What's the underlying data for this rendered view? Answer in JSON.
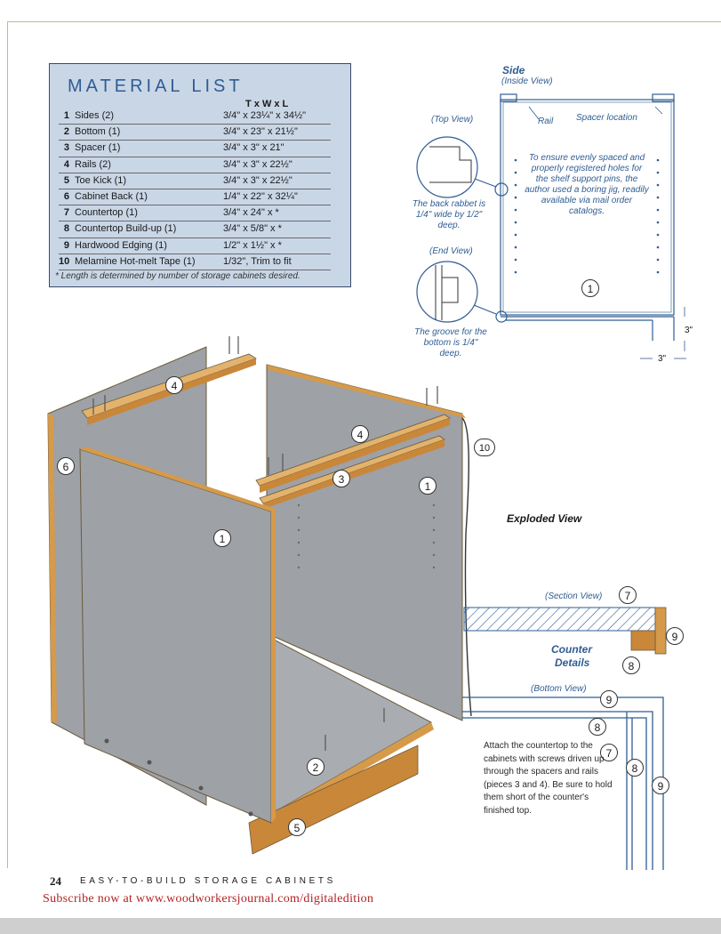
{
  "material_list": {
    "title": "MATERIAL LIST",
    "column_header": "T x W x L",
    "rows": [
      {
        "num": "1",
        "name": "Sides (2)",
        "dim": "3/4\" x 23¼\" x 34½\""
      },
      {
        "num": "2",
        "name": "Bottom (1)",
        "dim": "3/4\" x 23\" x 21½\""
      },
      {
        "num": "3",
        "name": "Spacer (1)",
        "dim": "3/4\" x 3\" x 21\""
      },
      {
        "num": "4",
        "name": "Rails (2)",
        "dim": "3/4\" x 3\" x 22½\""
      },
      {
        "num": "5",
        "name": "Toe Kick (1)",
        "dim": "3/4\" x 3\" x 22½\""
      },
      {
        "num": "6",
        "name": "Cabinet Back (1)",
        "dim": "1/4\" x 22\" x 32¼\""
      },
      {
        "num": "7",
        "name": "Countertop (1)",
        "dim": "3/4\" x 24\" x *"
      },
      {
        "num": "8",
        "name": "Countertop Build-up (1)",
        "dim": "3/4\" x 5/8\" x *"
      },
      {
        "num": "9",
        "name": "Hardwood Edging (1)",
        "dim": "1/2\" x 1½\" x *"
      },
      {
        "num": "10",
        "name": "Melamine Hot-melt Tape (1)",
        "dim": "1/32\", Trim to fit"
      }
    ],
    "note": "* Length is determined by number of storage cabinets desired."
  },
  "side_view": {
    "title": "Side",
    "subtitle": "(Inside View)",
    "rail": "Rail",
    "spacer": "Spacer location",
    "note": "To ensure evenly spaced and properly registered holes for the shelf support pins, the author used a boring jig, readily available via mail order catalogs.",
    "dim_v": "3\"",
    "dim_h": "3\"",
    "callout": "1"
  },
  "top_view": {
    "title": "(Top View)",
    "note": "The back rabbet is 1/4\" wide by 1/2\" deep."
  },
  "end_view": {
    "title": "(End View)",
    "note": "The groove for the bottom is 1/4\" deep."
  },
  "exploded": {
    "title": "Exploded View",
    "callouts": [
      "1",
      "1",
      "2",
      "3",
      "4",
      "4",
      "5",
      "6",
      "10"
    ]
  },
  "section_view": {
    "title": "(Section View)",
    "counter_label": "Counter",
    "details_label": "Details",
    "callouts": [
      "7",
      "8",
      "9"
    ]
  },
  "bottom_view": {
    "title": "(Bottom View)",
    "note": "Attach the countertop to the cabinets with screws driven up through the spacers and rails (pieces 3 and 4). Be sure to hold them short of the counter's finished top.",
    "callouts": [
      "9",
      "8",
      "7",
      "8",
      "9"
    ]
  },
  "footer": {
    "page": "24",
    "title": "EASY-TO-BUILD STORAGE CABINETS",
    "subscribe": "Subscribe now at www.woodworkersjournal.com/digitaledition"
  },
  "colors": {
    "accent_blue": "#2f5d93",
    "panel_gray": "#9ea1a6",
    "wood_edge": "#d59a4a",
    "box_fill": "#c9d6e6"
  }
}
